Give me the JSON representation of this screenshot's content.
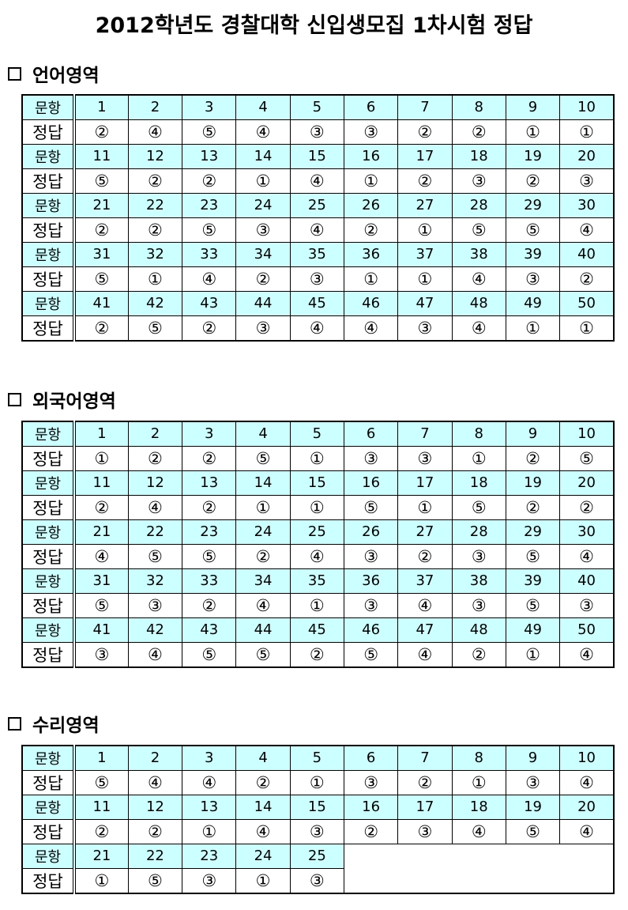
{
  "title": "2012학년도 경찰대학 신입생모집 1차시험 정답",
  "row_labels": {
    "question": "문항",
    "answer": "정답"
  },
  "sections": [
    {
      "name": "언어영역",
      "rows": [
        {
          "questions": [
            "1",
            "2",
            "3",
            "4",
            "5",
            "6",
            "7",
            "8",
            "9",
            "10"
          ],
          "answers": [
            "②",
            "④",
            "⑤",
            "④",
            "③",
            "③",
            "②",
            "②",
            "①",
            "①"
          ]
        },
        {
          "questions": [
            "11",
            "12",
            "13",
            "14",
            "15",
            "16",
            "17",
            "18",
            "19",
            "20"
          ],
          "answers": [
            "⑤",
            "②",
            "②",
            "①",
            "④",
            "①",
            "②",
            "③",
            "②",
            "③"
          ]
        },
        {
          "questions": [
            "21",
            "22",
            "23",
            "24",
            "25",
            "26",
            "27",
            "28",
            "29",
            "30"
          ],
          "answers": [
            "②",
            "②",
            "⑤",
            "③",
            "④",
            "②",
            "①",
            "⑤",
            "⑤",
            "④"
          ]
        },
        {
          "questions": [
            "31",
            "32",
            "33",
            "34",
            "35",
            "36",
            "37",
            "38",
            "39",
            "40"
          ],
          "answers": [
            "⑤",
            "①",
            "④",
            "②",
            "③",
            "①",
            "①",
            "④",
            "③",
            "②"
          ]
        },
        {
          "questions": [
            "41",
            "42",
            "43",
            "44",
            "45",
            "46",
            "47",
            "48",
            "49",
            "50"
          ],
          "answers": [
            "②",
            "⑤",
            "②",
            "③",
            "④",
            "④",
            "③",
            "④",
            "①",
            "①"
          ]
        }
      ]
    },
    {
      "name": "외국어영역",
      "rows": [
        {
          "questions": [
            "1",
            "2",
            "3",
            "4",
            "5",
            "6",
            "7",
            "8",
            "9",
            "10"
          ],
          "answers": [
            "①",
            "②",
            "②",
            "⑤",
            "①",
            "③",
            "③",
            "①",
            "②",
            "⑤"
          ]
        },
        {
          "questions": [
            "11",
            "12",
            "13",
            "14",
            "15",
            "16",
            "17",
            "18",
            "19",
            "20"
          ],
          "answers": [
            "②",
            "④",
            "②",
            "①",
            "①",
            "⑤",
            "①",
            "⑤",
            "②",
            "②"
          ]
        },
        {
          "questions": [
            "21",
            "22",
            "23",
            "24",
            "25",
            "26",
            "27",
            "28",
            "29",
            "30"
          ],
          "answers": [
            "④",
            "⑤",
            "⑤",
            "②",
            "④",
            "③",
            "②",
            "③",
            "⑤",
            "④"
          ]
        },
        {
          "questions": [
            "31",
            "32",
            "33",
            "34",
            "35",
            "36",
            "37",
            "38",
            "39",
            "40"
          ],
          "answers": [
            "⑤",
            "③",
            "②",
            "④",
            "①",
            "③",
            "④",
            "③",
            "⑤",
            "③"
          ]
        },
        {
          "questions": [
            "41",
            "42",
            "43",
            "44",
            "45",
            "46",
            "47",
            "48",
            "49",
            "50"
          ],
          "answers": [
            "③",
            "④",
            "⑤",
            "⑤",
            "②",
            "⑤",
            "④",
            "②",
            "①",
            "④"
          ]
        }
      ]
    },
    {
      "name": "수리영역",
      "rows": [
        {
          "questions": [
            "1",
            "2",
            "3",
            "4",
            "5",
            "6",
            "7",
            "8",
            "9",
            "10"
          ],
          "answers": [
            "⑤",
            "④",
            "④",
            "②",
            "①",
            "③",
            "②",
            "①",
            "③",
            "④"
          ]
        },
        {
          "questions": [
            "11",
            "12",
            "13",
            "14",
            "15",
            "16",
            "17",
            "18",
            "19",
            "20"
          ],
          "answers": [
            "②",
            "②",
            "①",
            "④",
            "③",
            "②",
            "③",
            "④",
            "⑤",
            "④"
          ]
        },
        {
          "questions": [
            "21",
            "22",
            "23",
            "24",
            "25"
          ],
          "answers": [
            "①",
            "⑤",
            "③",
            "①",
            "③"
          ]
        }
      ]
    }
  ]
}
